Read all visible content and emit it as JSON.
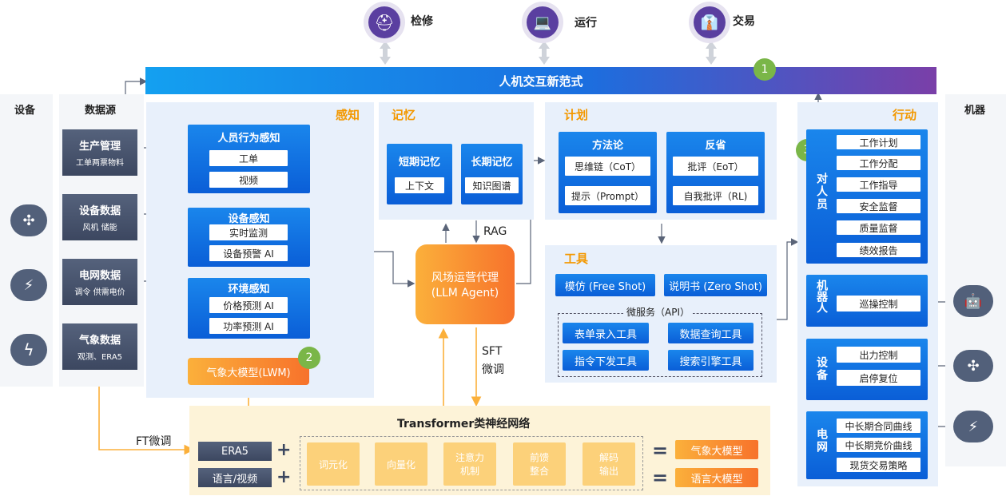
{
  "top_roles": [
    {
      "label": "检修",
      "icon": "worker-icon"
    },
    {
      "label": "运行",
      "icon": "operator-icon"
    },
    {
      "label": "交易",
      "icon": "trader-icon"
    }
  ],
  "banner": {
    "title": "人机交互新范式",
    "badge": "1"
  },
  "left_cols": {
    "devices": "设备",
    "datasource": "数据源",
    "machines": "机器"
  },
  "datasources": [
    {
      "title": "生产管理",
      "sub": "工单两票物料"
    },
    {
      "title": "设备数据",
      "sub": "风机 储能"
    },
    {
      "title": "电网数据",
      "sub": "调令 供需电价"
    },
    {
      "title": "气象数据",
      "sub": "观测、ERA5"
    }
  ],
  "perception": {
    "title": "感知",
    "groups": [
      {
        "title": "人员行为感知",
        "items": [
          "工单",
          "视频"
        ]
      },
      {
        "title": "设备感知",
        "items": [
          "实时监测",
          "设备预警 AI"
        ]
      },
      {
        "title": "环境感知",
        "items": [
          "价格预测 AI",
          "功率预测 AI"
        ]
      }
    ],
    "lwm": "气象大模型(LWM)",
    "badge": "2"
  },
  "memory": {
    "title": "记忆",
    "short": {
      "title": "短期记忆",
      "item": "上下文"
    },
    "long": {
      "title": "长期记忆",
      "item": "知识图谱"
    }
  },
  "agent": {
    "line1": "风场运营代理",
    "line2": "(LLM Agent)",
    "rag": "RAG",
    "sft1": "SFT",
    "sft2": "微调"
  },
  "plan": {
    "title": "计划",
    "method": {
      "title": "方法论",
      "items": [
        "思维链（CoT）",
        "提示（Prompt）"
      ]
    },
    "reflect": {
      "title": "反省",
      "items": [
        "批评（EoT）",
        "自我批评（RL)"
      ]
    }
  },
  "tools": {
    "title": "工具",
    "free_shot": "模仿 (Free Shot)",
    "zero_shot": "说明书 (Zero Shot)",
    "micro": "微服务（API）",
    "items": [
      "表单录入工具",
      "数据查询工具",
      "指令下发工具",
      "搜索引擎工具"
    ]
  },
  "action": {
    "title": "行动",
    "badge": "3",
    "people": {
      "label": "对人员",
      "items": [
        "工作计划",
        "工作分配",
        "工作指导",
        "安全监督",
        "质量监督",
        "绩效报告"
      ]
    },
    "robot": {
      "label": "机器人",
      "items": [
        "巡操控制"
      ]
    },
    "device": {
      "label": "设备",
      "items": [
        "出力控制",
        "启停复位"
      ]
    },
    "grid": {
      "label": "电网",
      "items": [
        "中长期合同曲线",
        "中长期竞价曲线",
        "现货交易策略"
      ]
    }
  },
  "transformer": {
    "title": "Transformer类神经网络",
    "ft": "FT微调",
    "inputs": [
      "ERA5",
      "语言/视频"
    ],
    "plus": "+",
    "steps": [
      "词元化",
      "向量化",
      "注意力\n机制",
      "前馈\n整合",
      "解码\n输出"
    ],
    "equals": "=",
    "outputs": [
      "气象大模型",
      "语言大模型"
    ]
  },
  "colors": {
    "blue": "#0a5ed7",
    "orange": "#f39800",
    "green": "#7ab648",
    "gray": "#4a556e",
    "purple": "#7a3fa8"
  }
}
